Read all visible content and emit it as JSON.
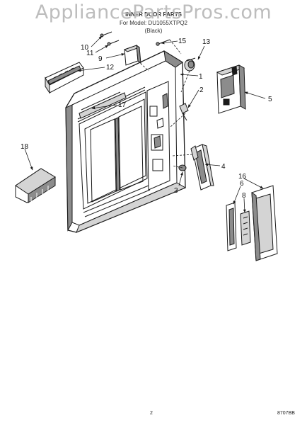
{
  "watermark": "AppliancePartsPros.com",
  "header": {
    "title": "INNER DOOR PARTS",
    "model": "For Model: DU1055XTPQ2",
    "color": "(Black)"
  },
  "callouts": [
    {
      "id": "c1",
      "label": "1"
    },
    {
      "id": "c2",
      "label": "2"
    },
    {
      "id": "c3",
      "label": "3"
    },
    {
      "id": "c4",
      "label": "4"
    },
    {
      "id": "c5",
      "label": "5"
    },
    {
      "id": "c6",
      "label": "6"
    },
    {
      "id": "c8",
      "label": "8"
    },
    {
      "id": "c9",
      "label": "9"
    },
    {
      "id": "c10",
      "label": "10"
    },
    {
      "id": "c11",
      "label": "11"
    },
    {
      "id": "c12",
      "label": "12"
    },
    {
      "id": "c13",
      "label": "13"
    },
    {
      "id": "c15",
      "label": "15"
    },
    {
      "id": "c16",
      "label": "16"
    },
    {
      "id": "c17",
      "label": "17"
    },
    {
      "id": "c18",
      "label": "18"
    }
  ],
  "footer": {
    "page": "2",
    "code": "8707BB"
  },
  "colors": {
    "line": "#1a1a1a",
    "shade": "#8c8c8c",
    "light_shade": "#d4d4d4",
    "watermark": "#bdbdbd"
  }
}
